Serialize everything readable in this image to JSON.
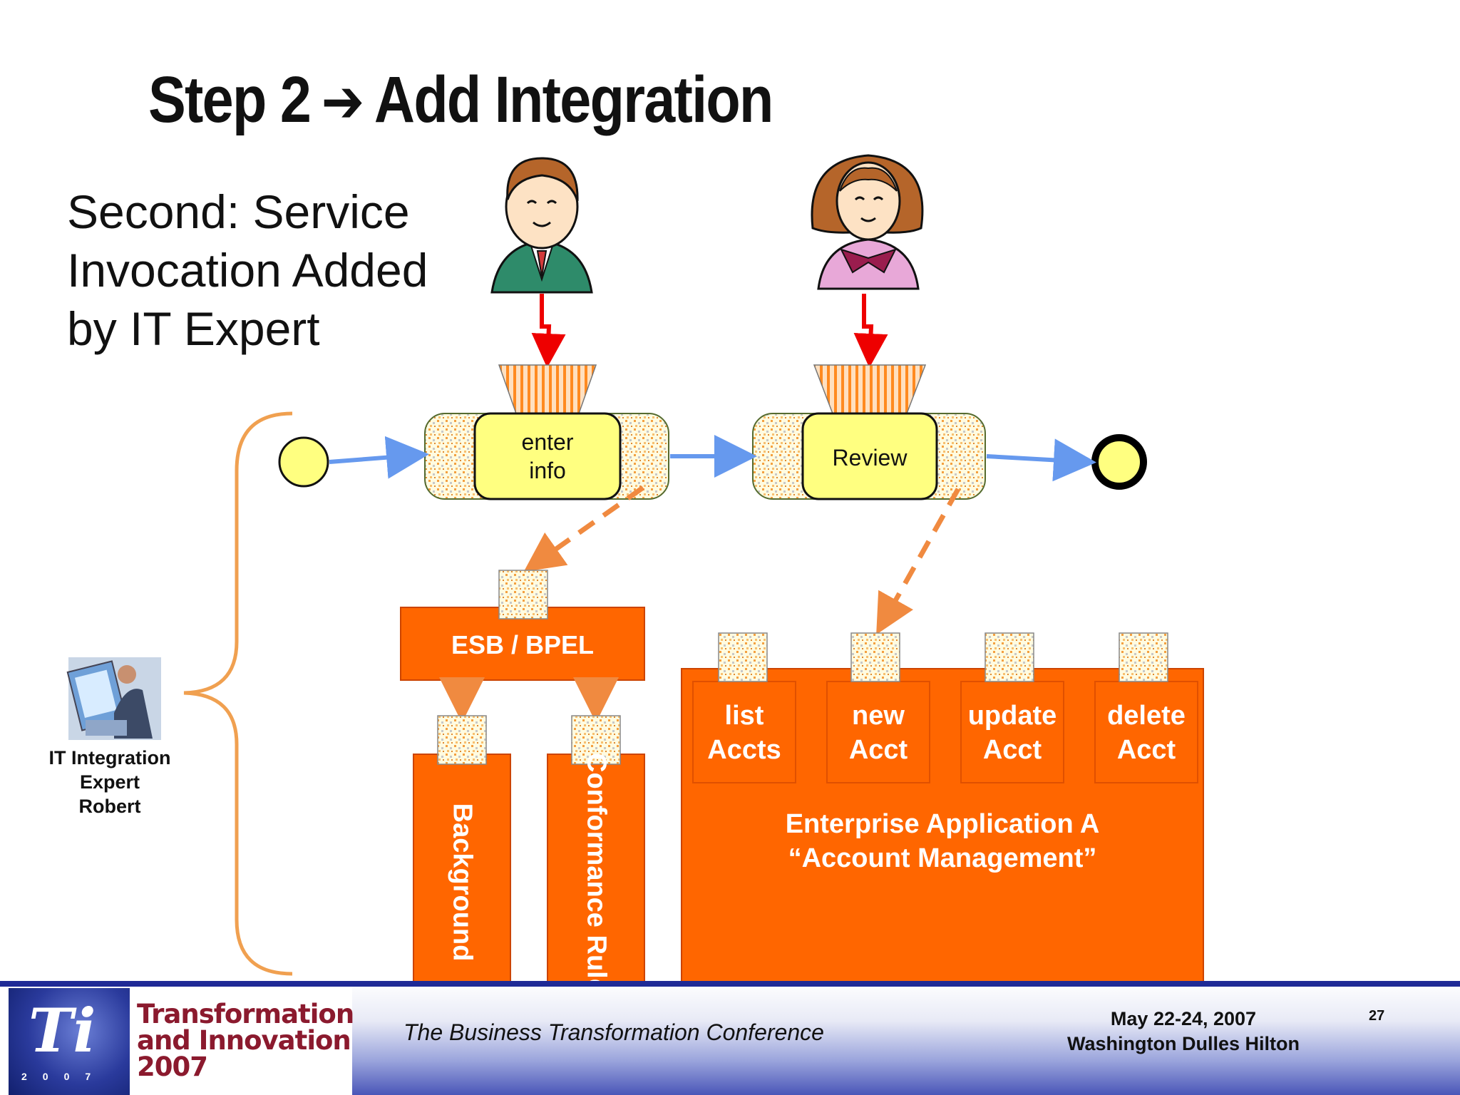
{
  "slide": {
    "title_part1": "Step 2",
    "title_arrow": "➔",
    "title_part2": "Add Integration",
    "subtitle_lines": [
      "Second: Service",
      "Invocation Added",
      "by IT Expert"
    ]
  },
  "process": {
    "activities": [
      {
        "label_lines": [
          "enter",
          "info"
        ]
      },
      {
        "label_lines": [
          "Review"
        ]
      }
    ]
  },
  "integration": {
    "esb_label": "ESB / BPEL",
    "vertical_services": [
      "Background",
      "Conformance Rules"
    ],
    "enterprise_services": [
      {
        "line1": "list",
        "line2": "Accts"
      },
      {
        "line1": "new",
        "line2": "Acct"
      },
      {
        "line1": "update",
        "line2": "Acct"
      },
      {
        "line1": "delete",
        "line2": "Acct"
      }
    ],
    "enterprise_app_lines": [
      "Enterprise Application A",
      "“Account Management”"
    ]
  },
  "expert": {
    "label_lines": [
      "IT Integration",
      "Expert",
      "Robert"
    ]
  },
  "footer": {
    "logo_text_lines": [
      "Transformation",
      "and Innovation",
      "2007"
    ],
    "logo_letters": "Ti",
    "logo_year": "2007",
    "conference": "The Business Transformation Conference",
    "date": "May 22-24, 2007",
    "location": "Washington Dulles Hilton",
    "page_number": "27"
  },
  "colors": {
    "orange": "#ff6600",
    "yellow": "#ffff80",
    "flow_arrow": "#6699ee",
    "red_arrow": "#ee0000",
    "brace": "#f0a050",
    "footer_blue": "#1f2a96"
  }
}
